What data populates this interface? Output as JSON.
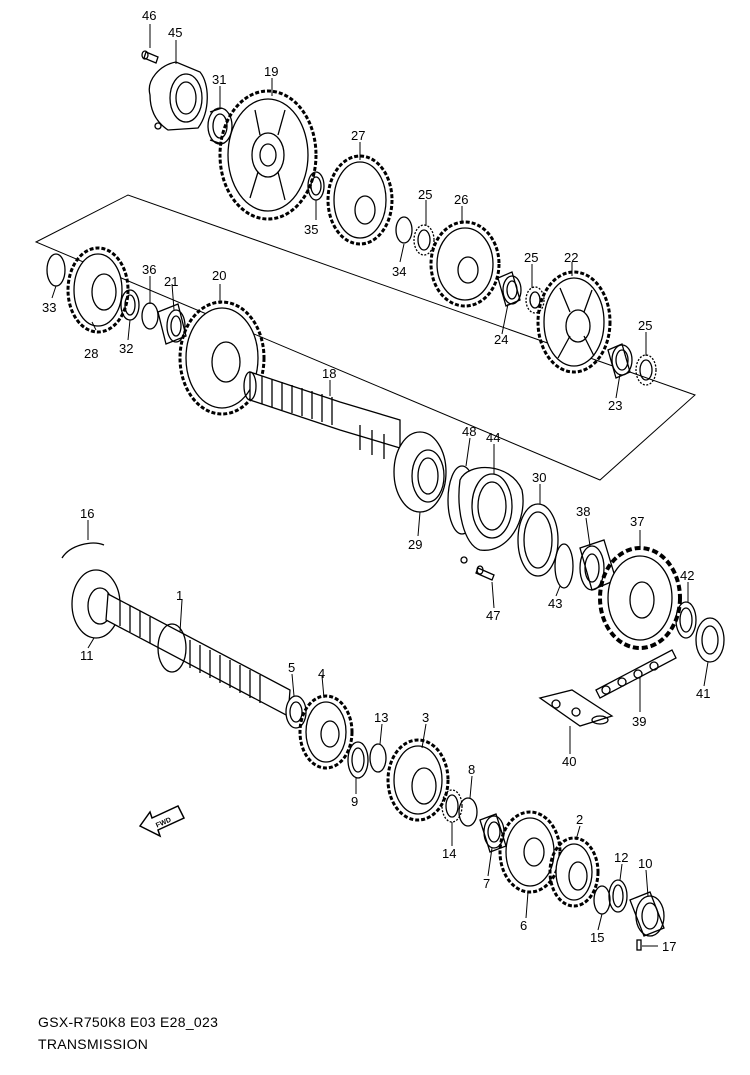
{
  "diagram": {
    "model_code": "GSX-R750K8 E03 E28_023",
    "title": "TRANSMISSION",
    "direction_label": "FWD",
    "part_numbers": {
      "p1": "1",
      "p2": "2",
      "p3": "3",
      "p4": "4",
      "p5": "5",
      "p6": "6",
      "p7": "7",
      "p8": "8",
      "p9": "9",
      "p10": "10",
      "p11": "11",
      "p12": "12",
      "p13": "13",
      "p14": "14",
      "p15": "15",
      "p16": "16",
      "p17": "17",
      "p18": "18",
      "p19": "19",
      "p20": "20",
      "p21": "21",
      "p22": "22",
      "p23": "23",
      "p24": "24",
      "p25a": "25",
      "p25b": "25",
      "p25c": "25",
      "p26": "26",
      "p27": "27",
      "p28": "28",
      "p29": "29",
      "p30": "30",
      "p31": "31",
      "p32": "32",
      "p33": "33",
      "p34": "34",
      "p35": "35",
      "p36": "36",
      "p37": "37",
      "p38": "38",
      "p39": "39",
      "p40": "40",
      "p41": "41",
      "p42": "42",
      "p43": "43",
      "p44": "44",
      "p45": "45",
      "p46": "46",
      "p47": "47",
      "p48": "48"
    }
  }
}
